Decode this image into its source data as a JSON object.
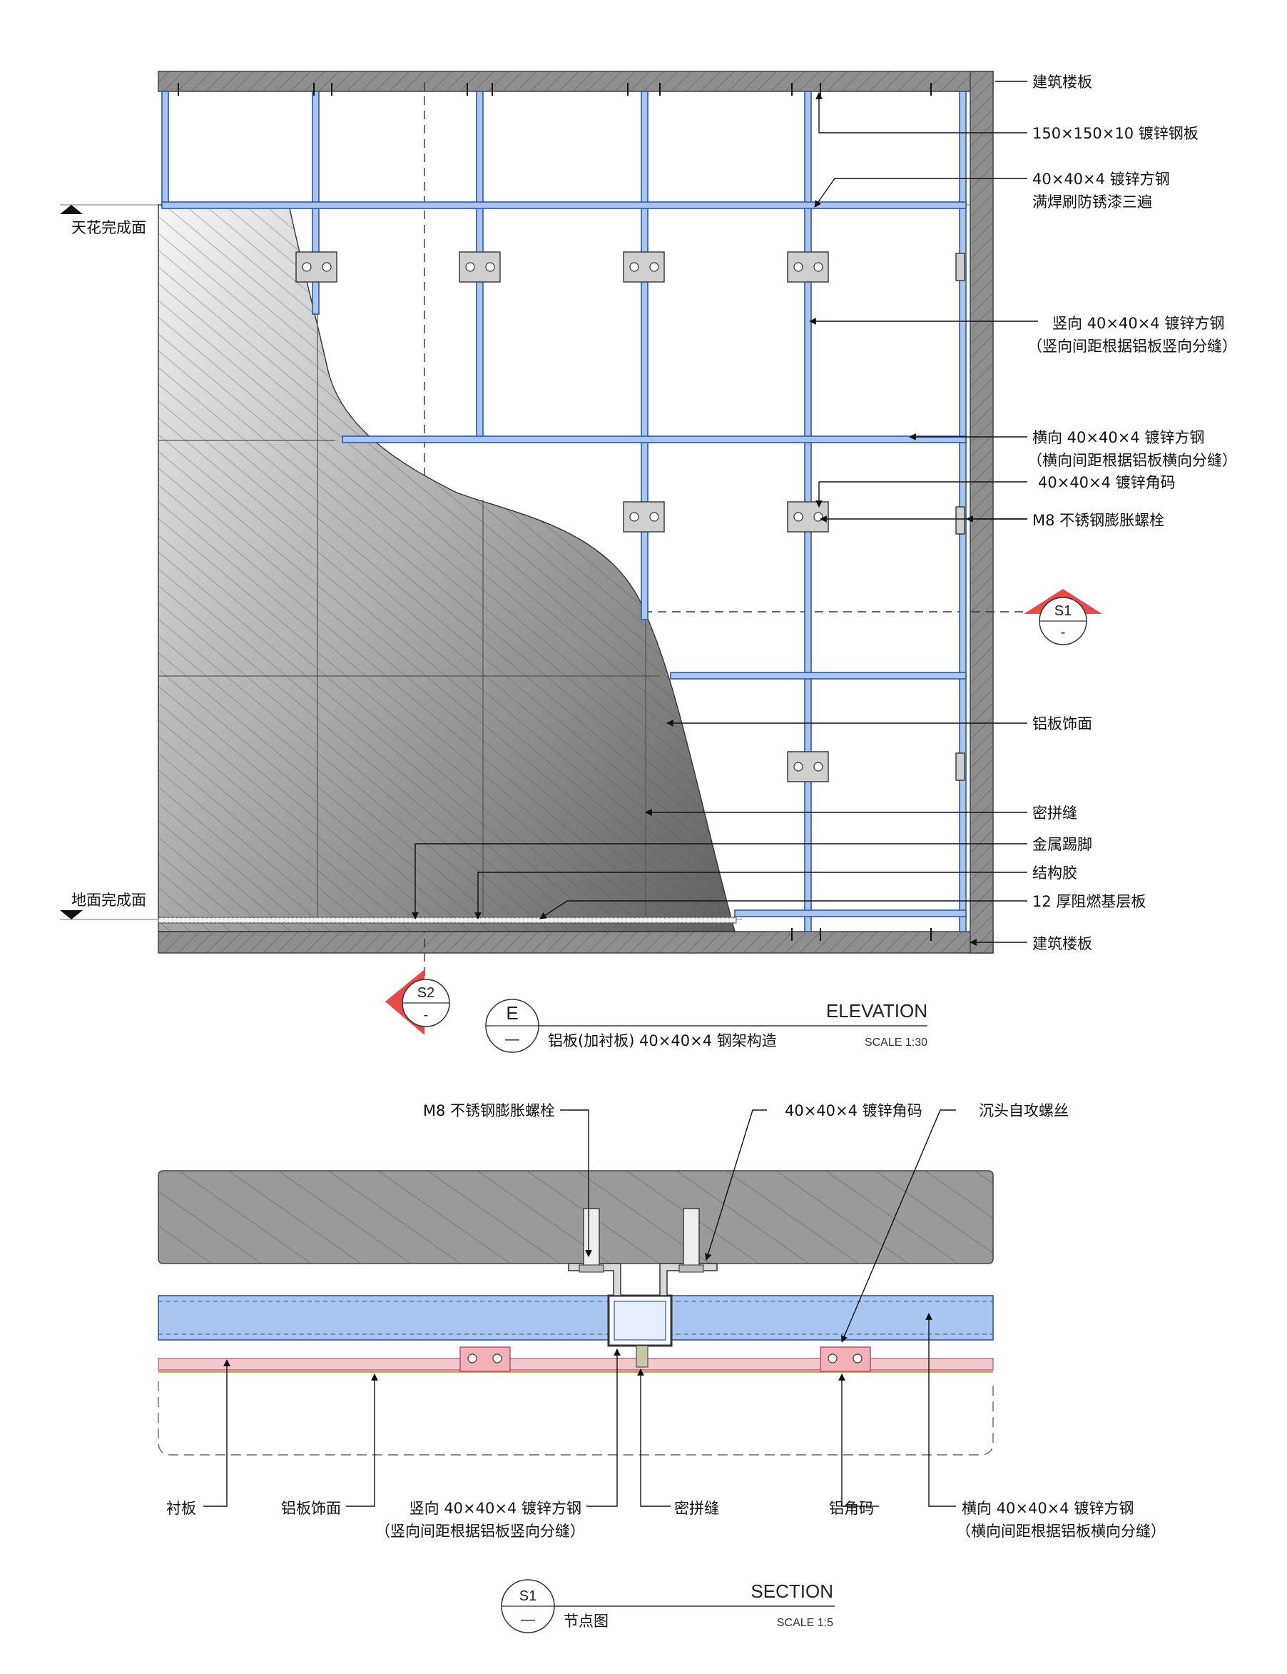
{
  "elevation": {
    "labels": {
      "slab_top": "建筑楼板",
      "plate": "150×150×10 镀锌钢板",
      "tube_line1": "40×40×4 镀锌方钢",
      "tube_line2": "满焊刷防锈漆三遍",
      "vertical_line1": "竖向 40×40×4 镀锌方钢",
      "vertical_line2": "（竖向间距根据铝板竖向分缝）",
      "horizontal_line1": "横向 40×40×4 镀锌方钢",
      "horizontal_line2": "（横向间距根据铝板横向分缝）",
      "angle": "40×40×4 镀锌角码",
      "bolt": "M8 不锈钢膨胀螺栓",
      "panel": "铝板饰面",
      "joint": "密拼缝",
      "skirting": "金属踢脚",
      "glue": "结构胶",
      "board": "12 厚阻燃基层板",
      "slab_bottom": "建筑楼板",
      "ceiling_level": "天花完成面",
      "floor_level": "地面完成面"
    },
    "markers": {
      "s1_id": "S1",
      "s1_sheet": "-",
      "s2_id": "S2",
      "s2_sheet": "-"
    },
    "title_block": {
      "id": "E",
      "sheet": "—",
      "type": "ELEVATION",
      "name": "铝板(加衬板) 40×40×4 钢架构造",
      "scale": "SCALE 1:30"
    }
  },
  "section": {
    "labels": {
      "bolt": "M8 不锈钢膨胀螺栓",
      "angle": "40×40×4 镀锌角码",
      "screw": "沉头自攻螺丝",
      "liner": "衬板",
      "panel": "铝板饰面",
      "vertical_line1": "竖向 40×40×4 镀锌方钢",
      "vertical_line2": "（竖向间距根据铝板竖向分缝）",
      "joint": "密拼缝",
      "al_angle": "铝角码",
      "horizontal_line1": "横向 40×40×4 镀锌方钢",
      "horizontal_line2": "（横向间距根据铝板横向分缝）"
    },
    "title_block": {
      "id": "S1",
      "sheet": "—",
      "type": "SECTION",
      "name": "节点图",
      "scale": "SCALE 1:5"
    }
  },
  "colors": {
    "steel_fill": "#a9c6f0",
    "steel_stroke": "#2f57a6",
    "marker_red": "#e84a4a",
    "concrete": "#8a8a8a",
    "liner_pink": "#f3c9cd"
  }
}
